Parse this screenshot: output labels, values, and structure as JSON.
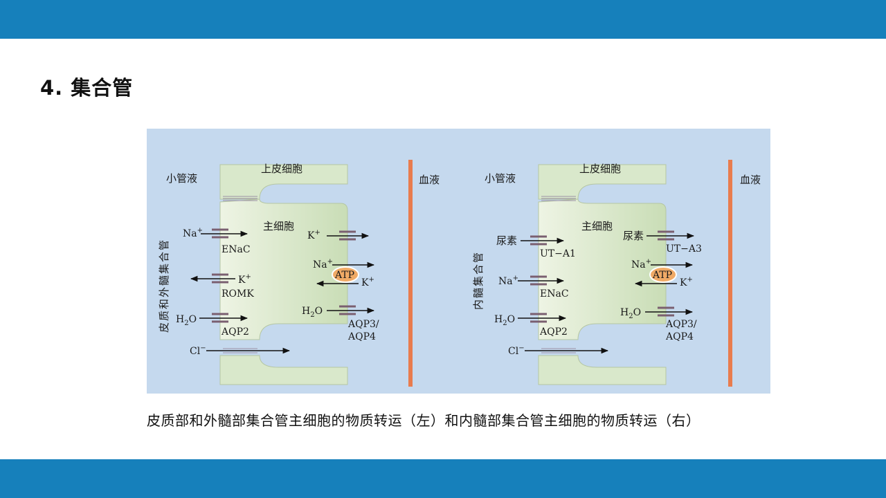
{
  "slide_title": "4. 集合管",
  "caption": "皮质部和外髓部集合管主细胞的物质转运（左）和内髓部集合管主细胞的物质转运（右）",
  "colors": {
    "band": "#1680BB",
    "figure_bg": "#C5D9EE",
    "cell_fill": "#D9E8CB",
    "blood_bar": "#E87C4E",
    "channel": "#7A5F70",
    "atp": "#F0AA66"
  },
  "left_panel": {
    "lumen": "小管液",
    "blood": "血液",
    "epithelium": "上皮细胞",
    "principal_cell": "主细胞",
    "vertical_label": "皮质和外髓集合管",
    "na": "Na",
    "k": "K",
    "plus": "+",
    "enac": "ENaC",
    "romk": "ROMK",
    "h2o_h": "H",
    "h2o_2": "2",
    "h2o_o": "O",
    "aqp2": "AQP2",
    "cl": "Cl",
    "minus": "−",
    "atp": "ATP",
    "aqp3": "AQP3/",
    "aqp4": "AQP4"
  },
  "right_panel": {
    "lumen": "小管液",
    "blood": "血液",
    "epithelium": "上皮细胞",
    "principal_cell": "主细胞",
    "vertical_label": "内髓集合管",
    "urea": "尿素",
    "ut_a1": "UT−A1",
    "ut_a3": "UT−A3",
    "na": "Na",
    "k": "K",
    "plus": "+",
    "enac": "ENaC",
    "h2o_h": "H",
    "h2o_2": "2",
    "h2o_o": "O",
    "aqp2": "AQP2",
    "cl": "Cl",
    "minus": "−",
    "atp": "ATP",
    "aqp3": "AQP3/",
    "aqp4": "AQP4"
  }
}
